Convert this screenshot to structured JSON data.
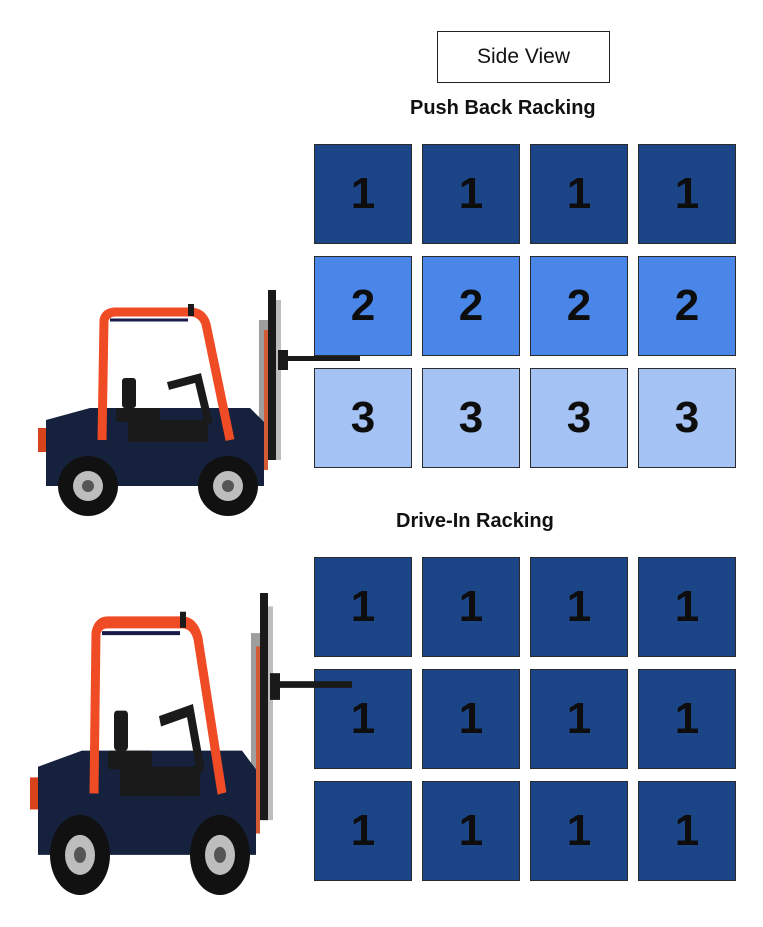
{
  "view_label": "Side View",
  "colors": {
    "level_1": "#1c4587",
    "level_2": "#4a86e8",
    "level_3": "#a4c2f4",
    "cab": "#ef4b25",
    "body": "#16213d"
  },
  "sections": [
    {
      "title": "Push Back Racking",
      "rows": [
        [
          "1",
          "1",
          "1",
          "1"
        ],
        [
          "2",
          "2",
          "2",
          "2"
        ],
        [
          "3",
          "3",
          "3",
          "3"
        ]
      ]
    },
    {
      "title": "Drive-In Racking",
      "rows": [
        [
          "1",
          "1",
          "1",
          "1"
        ],
        [
          "1",
          "1",
          "1",
          "1"
        ],
        [
          "1",
          "1",
          "1",
          "1"
        ]
      ]
    }
  ]
}
